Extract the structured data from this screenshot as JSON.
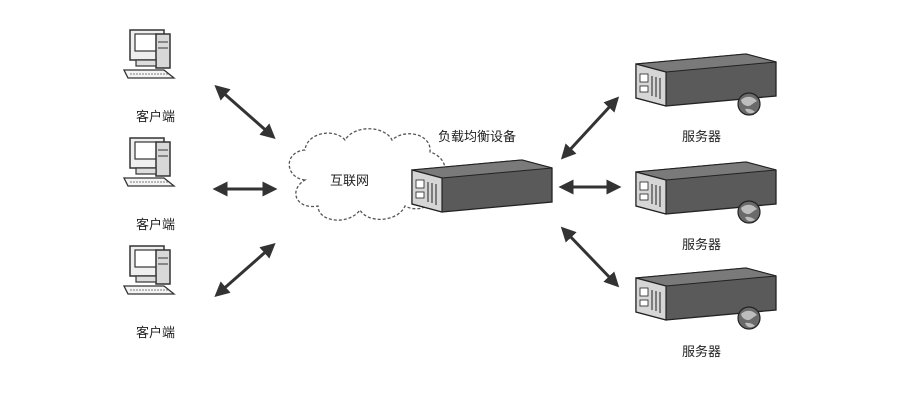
{
  "diagram": {
    "clients": [
      {
        "label": "客户端"
      },
      {
        "label": "客户端"
      },
      {
        "label": "客户端"
      }
    ],
    "internet": {
      "label": "互联网"
    },
    "load_balancer": {
      "label": "负载均衡设备"
    },
    "servers": [
      {
        "label": "服务器"
      },
      {
        "label": "服务器"
      },
      {
        "label": "服务器"
      }
    ],
    "colors": {
      "line": "#333333",
      "device": "#4a4a4a",
      "device_dark": "#2b2b2b",
      "device_light": "#d9d9d9"
    }
  }
}
